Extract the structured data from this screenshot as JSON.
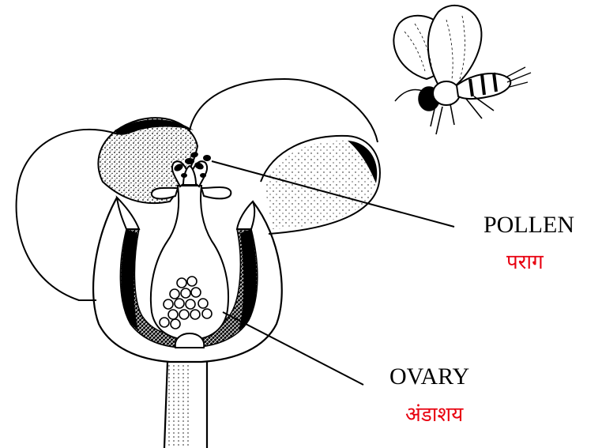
{
  "labels": {
    "pollen": {
      "english": "POLLEN",
      "hindi": "पराग"
    },
    "ovary": {
      "english": "OVARY",
      "hindi": "अंडाशय"
    }
  },
  "colors": {
    "line": "#000000",
    "hindi_text": "#e8000f",
    "background": "#ffffff"
  }
}
